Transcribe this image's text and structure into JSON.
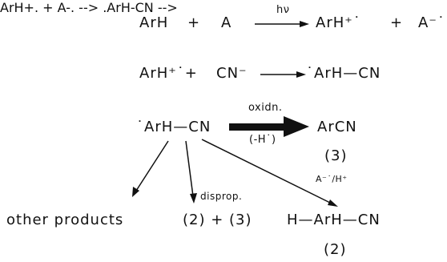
{
  "reaction1": {
    "reactant_arh": "ArH",
    "plus1": "+",
    "reactant_a": "A",
    "condition": "hν",
    "product_radical_cation": "ArH⁺˙",
    "plus2": "+",
    "product_radical_anion": "A⁻˙"
  },
  "reaction2": {
    "reactant_radical_cation": "ArH⁺˙+",
    "reactant_cyanide": "CN⁻",
    "product_adduct": "˙ArH—CN"
  },
  "reaction3": {
    "reactant_adduct": "˙ArH—CN",
    "condition_top": "oxidn.",
    "condition_bottom": "(-H˙)",
    "product": "ArCN",
    "product_number": "(3)"
  },
  "branches": {
    "other_products": "other products",
    "disprop_label": "disprop.",
    "disprop_products": "(2) + (3)",
    "reduction_label": "A⁻˙/H⁺",
    "reduction_product": "H—ArH—CN",
    "reduction_product_number": "(2)"
  },
  "colors": {
    "ink": "#111111",
    "background": "#ffffff"
  }
}
